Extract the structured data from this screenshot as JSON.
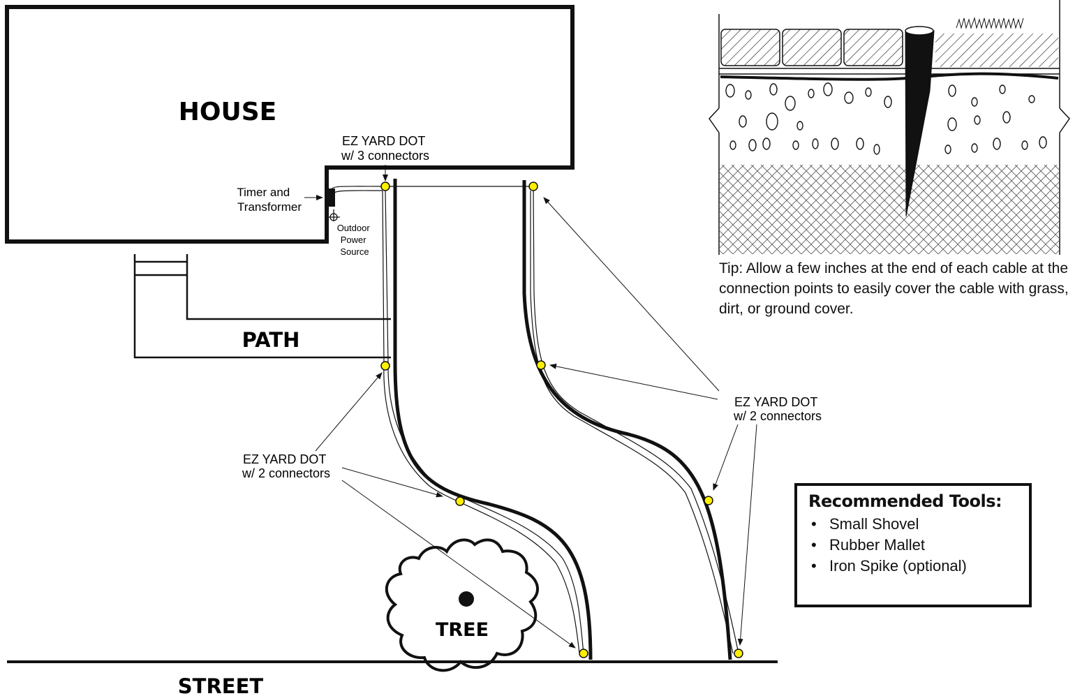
{
  "house": {
    "label": "HOUSE"
  },
  "path": {
    "label": "PATH"
  },
  "street": {
    "label": "STREET"
  },
  "tree": {
    "label": "TREE"
  },
  "timer": {
    "line1": "Timer and",
    "line2": "Transformer"
  },
  "power": {
    "line1": "Outdoor",
    "line2": "Power",
    "line3": "Source"
  },
  "dot3": {
    "line1": "EZ YARD DOT",
    "line2": "w/ 3 connectors"
  },
  "dot2_left": {
    "line1": "EZ YARD DOT",
    "line2": "w/ 2 connectors"
  },
  "dot2_right": {
    "line1": "EZ YARD DOT",
    "line2": "w/ 2 connectors"
  },
  "tip": {
    "text": "Tip: Allow a few inches at the end of each cable at the connection points to easily cover the cable with grass, dirt, or ground cover."
  },
  "tools": {
    "title": "Recommended Tools:",
    "items": [
      "Small Shovel",
      "Rubber Mallet",
      "Iron Spike (optional)"
    ]
  },
  "colors": {
    "dot_fill": "#ffef00",
    "line": "#111111"
  }
}
